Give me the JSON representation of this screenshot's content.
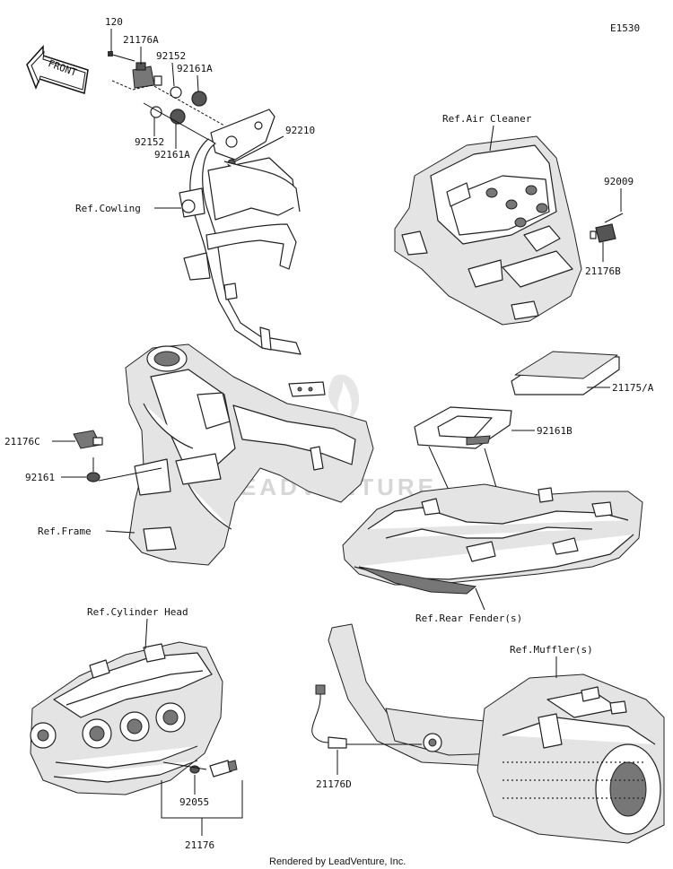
{
  "diagram_code": "E1530",
  "front_arrow_label": "FRONT",
  "watermark": "LEADVENTURE",
  "footer": "Rendered by LeadVenture, Inc.",
  "part_labels": {
    "p120": "120",
    "p21176A": "21176A",
    "p92152_top": "92152",
    "p92161A_top": "92161A",
    "p92152_bot": "92152",
    "p92161A_bot": "92161A",
    "p92210": "92210",
    "p92009": "92009",
    "p21176B": "21176B",
    "p21175A": "21175/A",
    "p92161B": "92161B",
    "p21176C": "21176C",
    "p92161": "92161",
    "p92055": "92055",
    "p21176": "21176",
    "p21176D": "21176D"
  },
  "ref_labels": {
    "cowling": "Ref.Cowling",
    "air_cleaner": "Ref.Air Cleaner",
    "frame": "Ref.Frame",
    "rear_fender": "Ref.Rear Fender(s)",
    "cylinder_head": "Ref.Cylinder Head",
    "muffler": "Ref.Muffler(s)"
  }
}
